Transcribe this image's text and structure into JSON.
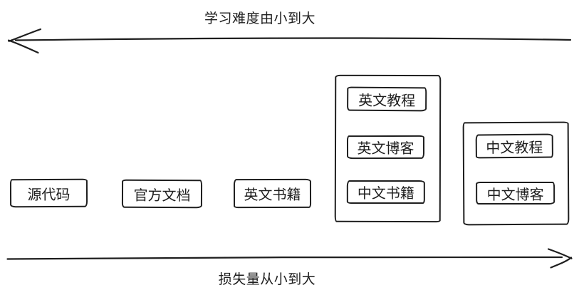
{
  "colors": {
    "stroke": "#1e1e1e",
    "background": "#ffffff"
  },
  "axes": {
    "difficulty": {
      "label": "学习难度由小到大",
      "direction": "left",
      "position": "top"
    },
    "loss": {
      "label": "损失量从小到大",
      "direction": "right",
      "position": "bottom"
    }
  },
  "items": [
    {
      "label": "源代码"
    },
    {
      "label": "官方文档"
    },
    {
      "label": "英文书籍"
    }
  ],
  "groups": [
    {
      "items": [
        {
          "label": "英文教程"
        },
        {
          "label": "英文博客"
        },
        {
          "label": "中文书籍"
        }
      ]
    },
    {
      "items": [
        {
          "label": "中文教程"
        },
        {
          "label": "中文博客"
        }
      ]
    }
  ]
}
